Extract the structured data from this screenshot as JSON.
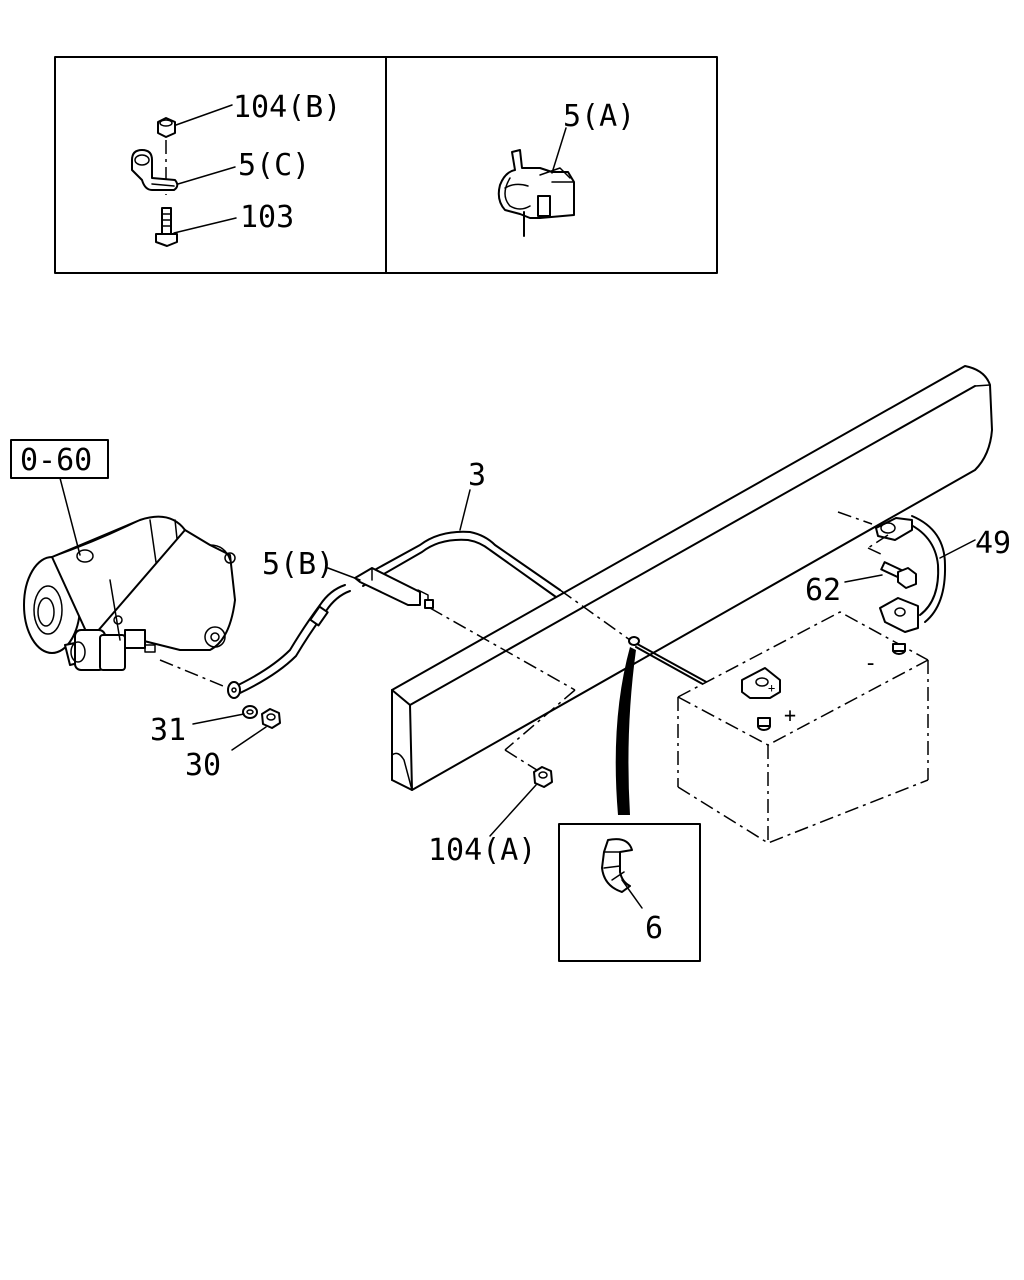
{
  "inset_top": {
    "left_panel": {
      "label_104b": "104(B)",
      "label_5c": "5(C)",
      "label_103": "103"
    },
    "right_panel": {
      "label_5a": "5(A)"
    }
  },
  "main": {
    "ref_box": "0-60",
    "label_3": "3",
    "label_5b": "5(B)",
    "label_49": "49",
    "label_62": "62",
    "label_31": "31",
    "label_30": "30",
    "label_104a": "104(A)",
    "battery_minus": "-",
    "battery_plus": "+",
    "terminal_plus_small": "+"
  },
  "inset_bottom": {
    "label_6": "6"
  }
}
